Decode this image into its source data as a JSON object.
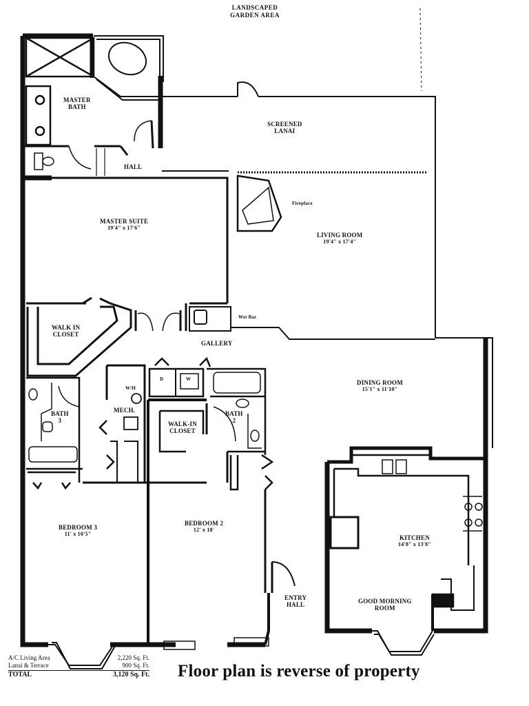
{
  "header": {
    "line1": "LANDSCAPED",
    "line2": "GARDEN AREA"
  },
  "rooms": {
    "master_bath": {
      "line1": "MASTER",
      "line2": "BATH"
    },
    "hall": {
      "name": "HALL"
    },
    "screened_lanai": {
      "line1": "SCREENED",
      "line2": "LANAI"
    },
    "master_suite": {
      "name": "MASTER SUITE",
      "dims": "19'4\" x 17'6\""
    },
    "fireplace": {
      "name": "Fireplace"
    },
    "living_room": {
      "name": "LIVING ROOM",
      "dims": "19'4\" x 17'4\""
    },
    "walk_in_closet": {
      "line1": "WALK IN",
      "line2": "CLOSET"
    },
    "wet_bar": {
      "name": "Wet Bar"
    },
    "gallery": {
      "name": "GALLERY"
    },
    "dining_room": {
      "name": "DINING ROOM",
      "dims": "15'1\" x 11'10\""
    },
    "bath_3": {
      "line1": "BATH",
      "line2": "3"
    },
    "wh": {
      "name": "W/H"
    },
    "mech": {
      "name": "MECH."
    },
    "washer": {
      "name": "W"
    },
    "dryer": {
      "name": "D"
    },
    "walk_in_closet_2": {
      "line1": "WALK-IN",
      "line2": "CLOSET"
    },
    "bath_2": {
      "line1": "BATH",
      "line2": "2"
    },
    "bedroom_3": {
      "name": "BEDROOM 3",
      "dims": "11' x 10'5\""
    },
    "bedroom_2": {
      "name": "BEDROOM 2",
      "dims": "12' x 18'"
    },
    "kitchen": {
      "name": "KITCHEN",
      "dims": "14'8\" x 13'8\""
    },
    "entry_hall": {
      "line1": "ENTRY",
      "line2": "HALL"
    },
    "good_morning_room": {
      "line1": "GOOD MORNING",
      "line2": "ROOM"
    }
  },
  "area_summary": {
    "rows": [
      {
        "label": "A/C Living Area",
        "value": "2,220 Sq. Ft."
      },
      {
        "label": "Lanai & Terrace",
        "value": "900 Sq. Ft."
      }
    ],
    "total": {
      "label": "TOTAL",
      "value": "3,120 Sq. Ft."
    }
  },
  "footer": {
    "note": "Floor plan is reverse of property"
  },
  "colors": {
    "wall": "#111111",
    "background": "#ffffff"
  }
}
